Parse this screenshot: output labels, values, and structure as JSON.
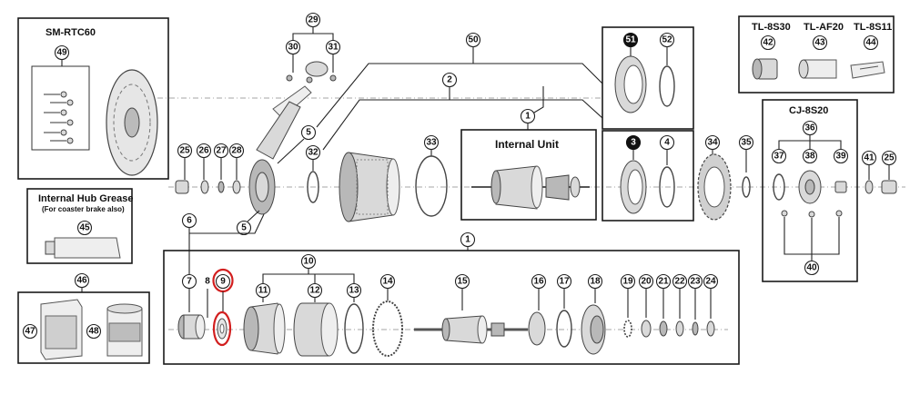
{
  "boxes": {
    "sm_rtc60": "SM-RTC60",
    "tl_8s30": "TL-8S30",
    "tl_af20": "TL-AF20",
    "tl_8s11": "TL-8S11",
    "cj_8s20": "CJ-8S20",
    "internal_unit": "Internal Unit",
    "grease_title": "Internal Hub Grease",
    "grease_sub": "(For coaster brake also)"
  },
  "callouts": {
    "n1a": "1",
    "n1b": "1",
    "n2": "2",
    "n3": "3",
    "n4": "4",
    "n5a": "5",
    "n5b": "5",
    "n6": "6",
    "n7": "7",
    "n8": "8",
    "n9": "9",
    "n10": "10",
    "n11": "11",
    "n12": "12",
    "n13": "13",
    "n14": "14",
    "n15": "15",
    "n16": "16",
    "n17": "17",
    "n18": "18",
    "n19": "19",
    "n20": "20",
    "n21": "21",
    "n22": "22",
    "n23": "23",
    "n24": "24",
    "n25a": "25",
    "n25b": "25",
    "n26": "26",
    "n27": "27",
    "n28": "28",
    "n29": "29",
    "n30": "30",
    "n31": "31",
    "n32": "32",
    "n33": "33",
    "n34": "34",
    "n35": "35",
    "n36": "36",
    "n37": "37",
    "n38": "38",
    "n39": "39",
    "n40": "40",
    "n41": "41",
    "n42": "42",
    "n43": "43",
    "n44": "44",
    "n45": "45",
    "n46": "46",
    "n47": "47",
    "n48": "48",
    "n49": "49",
    "n50": "50",
    "n51": "51",
    "n52": "52"
  },
  "highlight": {
    "part": "9",
    "color": "#d21f1f"
  }
}
